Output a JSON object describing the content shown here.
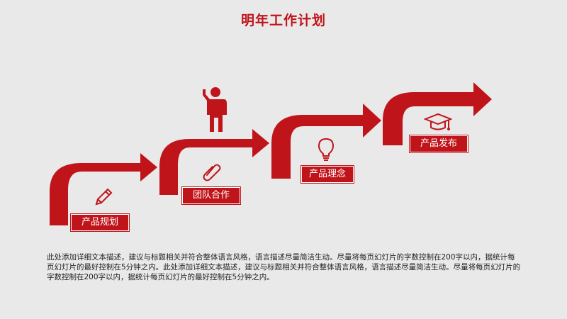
{
  "slide": {
    "title": "明年工作计划",
    "accent_color": "#c0141b",
    "background_color": "#e9e9e9",
    "steps": [
      {
        "label": "产品规划",
        "icon": "pencil-icon"
      },
      {
        "label": "团队合作",
        "icon": "paperclip-icon"
      },
      {
        "label": "产品理念",
        "icon": "lightbulb-icon"
      },
      {
        "label": "产品发布",
        "icon": "graduation-cap-icon"
      }
    ],
    "figure_icon": "person-thumbs-up-icon",
    "description": "此处添加详细文本描述，建议与标题相关并符合整体语言风格，语言描述尽量简洁生动。尽量将每页幻灯片的字数控制在200字以内，据统计每页幻灯片的最好控制在5分钟之内。此处添加详细文本描述，建议与标题相关并符合整体语言风格，语言描述尽量简洁生动。尽量将每页幻灯片的字数控制在200字以内，据统计每页幻灯片的最好控制在5分钟之内。"
  }
}
